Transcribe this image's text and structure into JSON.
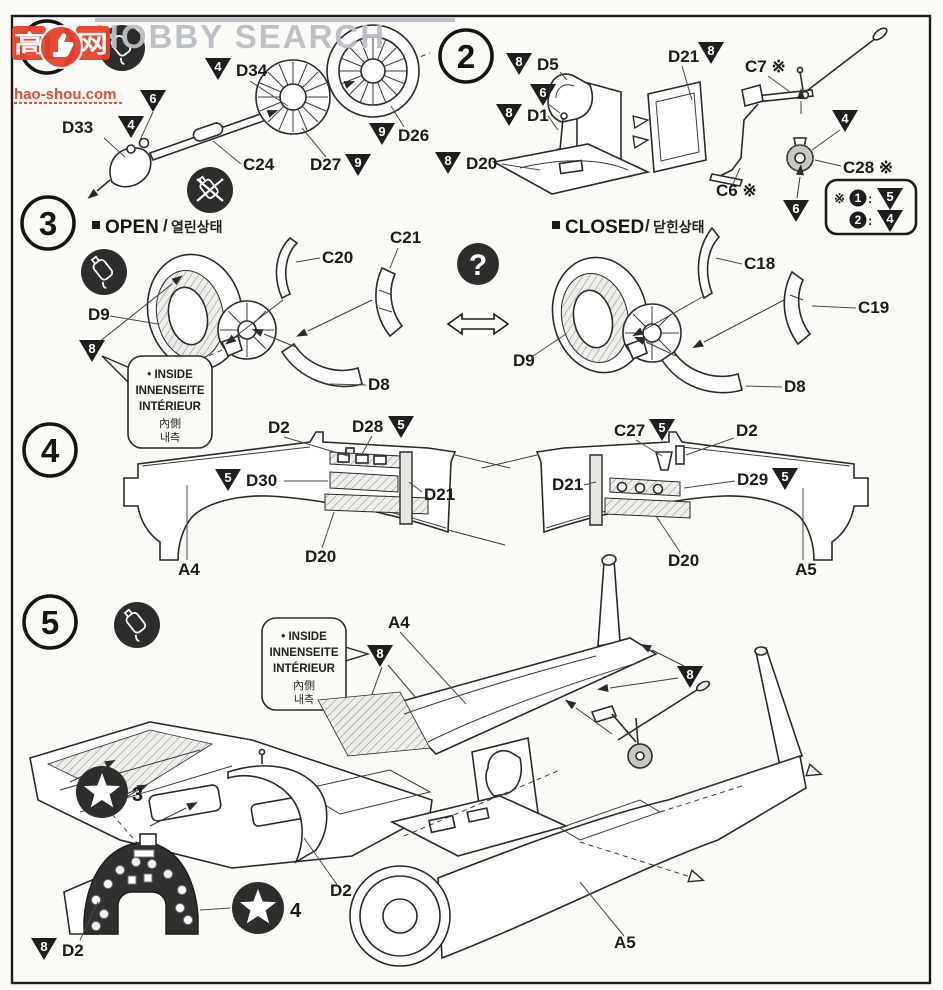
{
  "page": {
    "background": "#fbfaf6",
    "ink": "#1c1c1b",
    "watermark_red": "#e8412c",
    "watermark_gray": "#b9bfc5"
  },
  "watermark": {
    "brand_cn": "高手网",
    "brand_domain": "hao-shou.com",
    "brand_search": "HOBBY SEARCH"
  },
  "steps": {
    "s1": "1",
    "s2": "2",
    "s3": "3",
    "s4": "4",
    "s5": "5"
  },
  "question_mark": "?",
  "inside_note": {
    "line1": "• INSIDE",
    "line2": "INNENSEITE",
    "line3": "INTÉRIEUR",
    "line4": "內側",
    "line5": "내측"
  },
  "legend_note": {
    "mark": "※",
    "row1_key": "1",
    "colon": ":",
    "row1_val": "5",
    "row2_key": "2",
    "row2_val": "4"
  },
  "step1": {
    "d33": "D33",
    "d34": "D34",
    "c24": "C24",
    "d27": "D27",
    "d26": "D26",
    "f_d33": "4",
    "f_shaft": "6",
    "f_d34": "4",
    "f_d27": "9",
    "f_d26": "9"
  },
  "step2": {
    "d5": "D5",
    "d1": "D1",
    "d20": "D20",
    "d21": "D21",
    "f_d5": "8",
    "f_stick": "6",
    "f_d1": "8",
    "f_d20": "8",
    "f_d21": "8",
    "c7": "C7 ※",
    "c6": "C6 ※",
    "c28": "C28 ※",
    "f_wheel": "4",
    "f_tire": "6"
  },
  "step3": {
    "open_en": "OPEN",
    "sep": "/",
    "open_kr": "열린상태",
    "closed_en": "CLOSED",
    "closed_kr": "닫힌상태",
    "d9_open": "D9",
    "c20": "C20",
    "c21": "C21",
    "d8_open": "D8",
    "f_inside": "8",
    "d9_closed": "D9",
    "c18": "C18",
    "c19": "C19",
    "d8_closed": "D8"
  },
  "step4": {
    "left": {
      "d2": "D2",
      "d28": "D28",
      "f_d28": "5",
      "f_d30": "5",
      "d30": "D30",
      "d21": "D21",
      "d20": "D20",
      "a4": "A4"
    },
    "right": {
      "c27": "C27",
      "f_c27": "5",
      "d2": "D2",
      "d21": "D21",
      "d29": "D29",
      "f_d29": "5",
      "d20": "D20",
      "a5": "A5"
    }
  },
  "step5": {
    "a4": "A4",
    "a5": "A5",
    "d2_cowl": "D2",
    "d2_panel": "D2",
    "f_wing": "8",
    "f_tail": "8",
    "f_panel": "8",
    "decal3": "3",
    "decal4": "4"
  }
}
